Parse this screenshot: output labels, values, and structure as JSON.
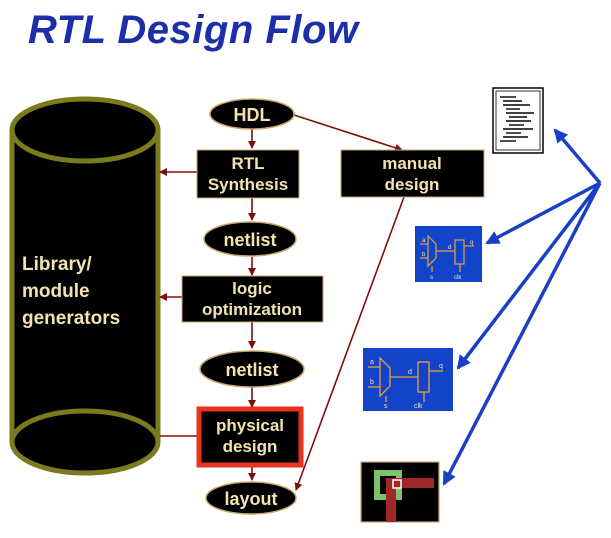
{
  "title": "RTL Design Flow",
  "colors": {
    "title": "#1c2fa8",
    "box_fill": "#000000",
    "box_stroke": "#c8a86a",
    "box_text": "#f4e3b0",
    "cylinder_stroke": "#7a7a1e",
    "flow_arrow": "#7a1010",
    "blue_arrow": "#1a3fc4",
    "schematic_bg": "#1144c8",
    "highlight": "#e8321e"
  },
  "nodes": {
    "hdl": "HDL",
    "rtl_synthesis": [
      "RTL",
      "Synthesis"
    ],
    "netlist_1": "netlist",
    "logic_optimization": [
      "logic",
      "optimization"
    ],
    "netlist_2": "netlist",
    "physical_design": [
      "physical",
      "design"
    ],
    "layout": "layout",
    "manual_design": [
      "manual",
      "design"
    ]
  },
  "library": [
    "Library/",
    "module",
    "generators"
  ],
  "icons": {
    "document": "document-icon",
    "schematic_1": "schematic-icon",
    "schematic_2": "schematic-icon",
    "layout_cell": "layout-cell-icon"
  },
  "schematic_labels": {
    "a": "a",
    "b": "b",
    "d": "d",
    "q": "q",
    "s": "s",
    "clk": "clk"
  }
}
